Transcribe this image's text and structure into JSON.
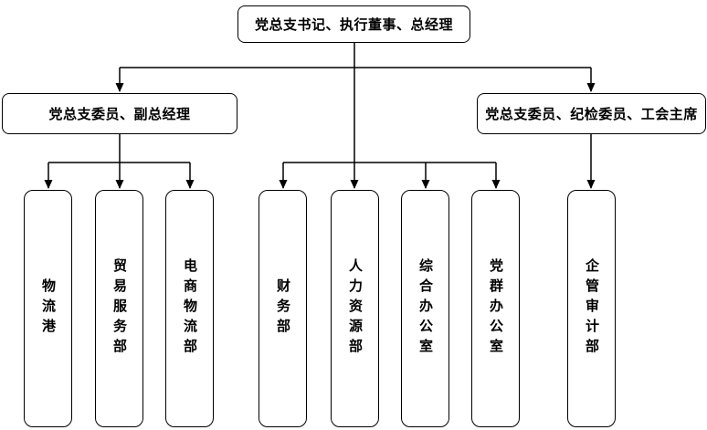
{
  "diagram": {
    "type": "org-chart",
    "root": {
      "label": "党总支书记、执行董事、总经理"
    },
    "level2": [
      {
        "label": "党总支委员、副总经理",
        "children_departments": [
          "物流港",
          "贸易服务部",
          "电商物流部"
        ]
      },
      {
        "label": "党总支委员、纪检委员、工会主席",
        "children_departments": [
          "企管审计部"
        ]
      }
    ],
    "root_direct_departments": [
      "财务部",
      "人力资源部",
      "综合办公室",
      "党群办公室"
    ],
    "departments": [
      {
        "label": "物流港"
      },
      {
        "label": "贸易服务部"
      },
      {
        "label": "电商物流部"
      },
      {
        "label": "财务部"
      },
      {
        "label": "人力资源部"
      },
      {
        "label": "综合办公室"
      },
      {
        "label": "党群办公室"
      },
      {
        "label": "企管审计部"
      }
    ],
    "colors": {
      "line": "#000000",
      "box_fill": "#ffffff",
      "box_border": "#000000",
      "text": "#000000",
      "background": "#ffffff"
    }
  }
}
